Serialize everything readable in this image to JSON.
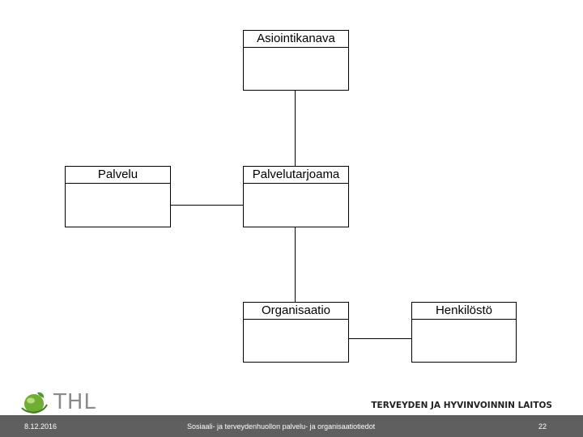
{
  "diagram": {
    "boxes": {
      "asiointikanava": "Asiointikanava",
      "palvelu": "Palvelu",
      "palvelutarjoama": "Palvelutarjoama",
      "organisaatio": "Organisaatio",
      "henkilosto": "Henkilöstö"
    }
  },
  "footer": {
    "logo_text": "THL",
    "org_name": "TERVEYDEN JA HYVINVOINNIN LAITOS",
    "date": "8.12.2016",
    "subtitle": "Sosiaali- ja terveydenhuollon palvelu- ja organisaatiotiedot",
    "page_number": "22"
  },
  "colors": {
    "logo_green": "#6fae32",
    "footer_bar": "#5f5f5f"
  }
}
